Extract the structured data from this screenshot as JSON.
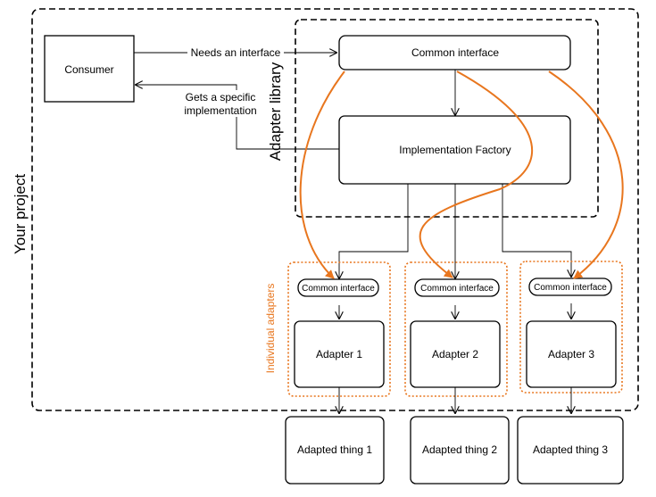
{
  "regions": {
    "project_label": "Your project",
    "library_label": "Adapter library",
    "adapters_label": "Individual adapters"
  },
  "consumer": {
    "label": "Consumer",
    "needs_label": "Needs an interface",
    "gets_label_line1": "Gets a specific",
    "gets_label_line2": "implementation"
  },
  "library": {
    "common_interface": "Common interface",
    "factory": "Implementation Factory"
  },
  "adapters": [
    {
      "interface": "Common interface",
      "name": "Adapter 1",
      "thing": "Adapted thing 1"
    },
    {
      "interface": "Common interface",
      "name": "Adapter 2",
      "thing": "Adapted thing 2"
    },
    {
      "interface": "Common interface",
      "name": "Adapter 3",
      "thing": "Adapted thing 3"
    }
  ],
  "colors": {
    "accent": "#e8761e",
    "stroke": "#000000"
  }
}
